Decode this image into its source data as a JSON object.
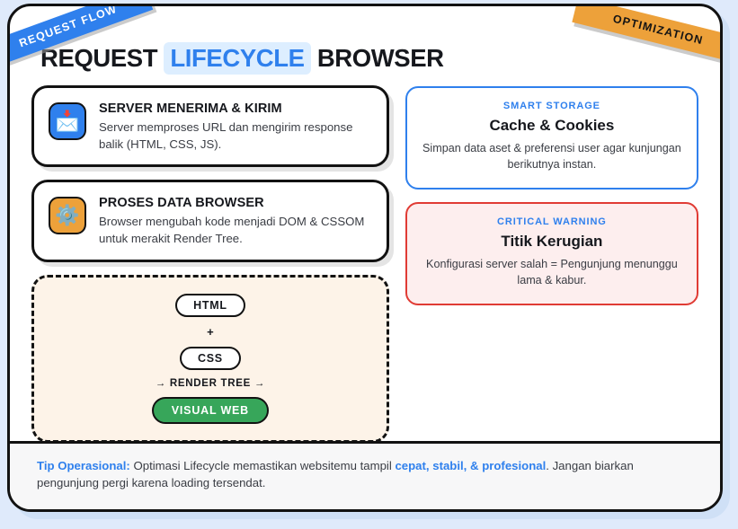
{
  "ribbons": {
    "left": "REQUEST FLOW",
    "right": "OPTIMIZATION"
  },
  "title": {
    "part1": "REQUEST",
    "highlight": "LIFECYCLE",
    "part2": "BROWSER"
  },
  "steps": [
    {
      "icon": "inbox-tray-icon",
      "glyph": "📩",
      "title": "SERVER MENERIMA & KIRIM",
      "desc": "Server memproses URL dan mengirim response balik (HTML, CSS, JS)."
    },
    {
      "icon": "gear-icon",
      "glyph": "⚙️",
      "title": "PROSES DATA BROWSER",
      "desc": "Browser mengubah kode menjadi DOM & CSSOM untuk merakit Render Tree."
    }
  ],
  "render_box": {
    "chip_html": "HTML",
    "plus": "+",
    "chip_css": "CSS",
    "arrow_label": "→ RENDER TREE →",
    "chip_result": "VISUAL WEB"
  },
  "info_cards": [
    {
      "kicker": "SMART STORAGE",
      "title": "Cache & Cookies",
      "desc": "Simpan data aset & preferensi user agar kunjungan berikutnya instan."
    },
    {
      "kicker": "CRITICAL WARNING",
      "title": "Titik Kerugian",
      "desc": "Konfigurasi server salah = Pengunjung menunggu lama & kabur."
    }
  ],
  "footer": {
    "label": "Tip Operasional:",
    "text_1": " Optimasi Lifecycle memastikan websitemu tampil ",
    "highlight": "cepat, stabil, & profesional",
    "text_2": ". Jangan biarkan pengunjung pergi karena loading tersendat."
  },
  "colors": {
    "accent_blue": "#2f80ed",
    "accent_orange": "#eda13a",
    "accent_red": "#e03b34",
    "accent_green": "#37a65a",
    "page_bg": "#dfeafb",
    "cream": "#fdf3e8"
  }
}
